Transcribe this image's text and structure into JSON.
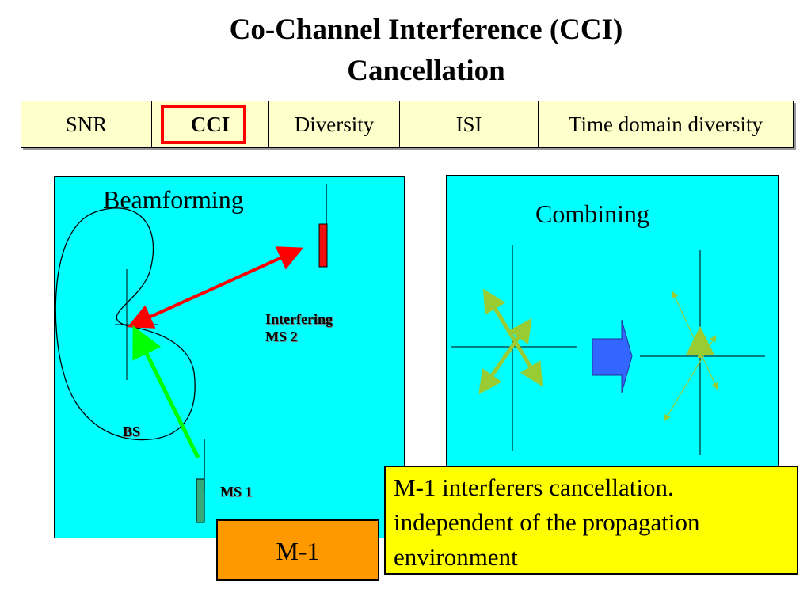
{
  "title": {
    "line1": "Co-Channel Interference (CCI)",
    "line2": "Cancellation"
  },
  "tabs": [
    {
      "label": "SNR"
    },
    {
      "label": "CCI",
      "highlighted": true
    },
    {
      "label": "Diversity"
    },
    {
      "label": "ISI"
    },
    {
      "label": "Time domain diversity"
    }
  ],
  "left_panel": {
    "title": "Beamforming",
    "bs_label": "BS",
    "ms1_label": "MS 1",
    "interferer_label": [
      "Interfering",
      "MS 2"
    ]
  },
  "right_panel": {
    "title": "Combining"
  },
  "m1_box": {
    "text": "M-1"
  },
  "note_box": {
    "lines": [
      "M-1 interferers cancellation.",
      "independent of the propagation",
      "environment"
    ]
  },
  "colors": {
    "panel_bg": "#00ffff",
    "tab_bg": "#ffffcc",
    "highlight": "#ff0000",
    "interfering_arrow": "#ff0000",
    "desired_arrow": "#00ff00",
    "m1_bg": "#ff9900",
    "note_bg": "#ffff00",
    "combine_arrow": "#3366ff",
    "vectors": "#99cc33"
  }
}
